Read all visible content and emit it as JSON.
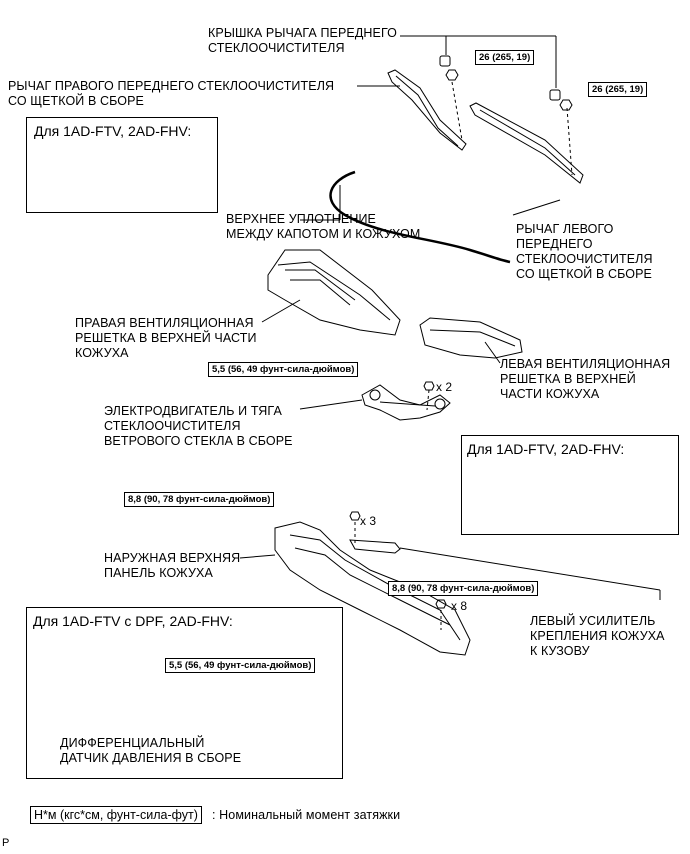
{
  "labels": {
    "cover_l1": "КРЫШКА РЫЧАГА ПЕРЕДНЕГО",
    "cover_l2": "СТЕКЛООЧИСТИТЕЛЯ",
    "right_arm_l1": "РЫЧАГ ПРАВОГО ПЕРЕДНЕГО СТЕКЛООЧИСТИТЕЛЯ",
    "right_arm_l2": "СО ЩЕТКОЙ В СБОРЕ",
    "seal_l1": "ВЕРХНЕЕ УПЛОТНЕНИЕ",
    "seal_l2": "МЕЖДУ КАПОТОМ И КОЖУХОМ",
    "left_arm_l1": "РЫЧАГ ЛЕВОГО",
    "left_arm_l2": "ПЕРЕДНЕГО",
    "left_arm_l3": "СТЕКЛООЧИСТИТЕЛЯ",
    "left_arm_l4": "СО ЩЕТКОЙ В СБОРЕ",
    "right_louver_l1": "ПРАВАЯ ВЕНТИЛЯЦИОННАЯ",
    "right_louver_l2": "РЕШЕТКА В ВЕРХНЕЙ ЧАСТИ",
    "right_louver_l3": "КОЖУХА",
    "left_louver_l1": "ЛЕВАЯ ВЕНТИЛЯЦИОННАЯ",
    "left_louver_l2": "РЕШЕТКА В ВЕРХНЕЙ",
    "left_louver_l3": "ЧАСТИ КОЖУХА",
    "motor_l1": "ЭЛЕКТРОДВИГАТЕЛЬ И ТЯГА",
    "motor_l2": "СТЕКЛООЧИСТИТЕЛЯ",
    "motor_l3": "ВЕТРОВОГО СТЕКЛА В СБОРЕ",
    "outer_panel_l1": "НАРУЖНАЯ ВЕРХНЯЯ",
    "outer_panel_l2": "ПАНЕЛЬ КОЖУХА",
    "reinf_l1": "ЛЕВЫЙ УСИЛИТЕЛЬ",
    "reinf_l2": "КРЕПЛЕНИЯ КОЖУХА",
    "reinf_l3": "К КУЗОВУ",
    "sensor_l1": "ДИФФЕРЕНЦИАЛЬНЫЙ",
    "sensor_l2": "ДАТЧИК ДАВЛЕНИЯ В СБОРЕ"
  },
  "torques": {
    "t1": "26 (265, 19)",
    "t2": "26 (265, 19)",
    "t3": "5,5 (56, 49 фунт-сила-дюймов)",
    "t4": "8,8 (90, 78 фунт-сила-дюймов)",
    "t5": "8,8 (90, 78 фунт-сила-дюймов)",
    "t6": "5,5 (56, 49 фунт-сила-дюймов)"
  },
  "quantities": {
    "q1": "x 2",
    "q2": "x 3",
    "q3": "x 8"
  },
  "boxes": {
    "box1_title": "Для 1AD-FTV, 2AD-FHV:",
    "box2_title": "Для 1AD-FTV, 2AD-FHV:",
    "box3_title": "Для 1AD-FTV с DPF, 2AD-FHV:"
  },
  "legend": {
    "key": "Н*м (кгс*см, фунт-сила-фут)",
    "text": ": Номинальный момент затяжки"
  },
  "corner_mark": "P"
}
